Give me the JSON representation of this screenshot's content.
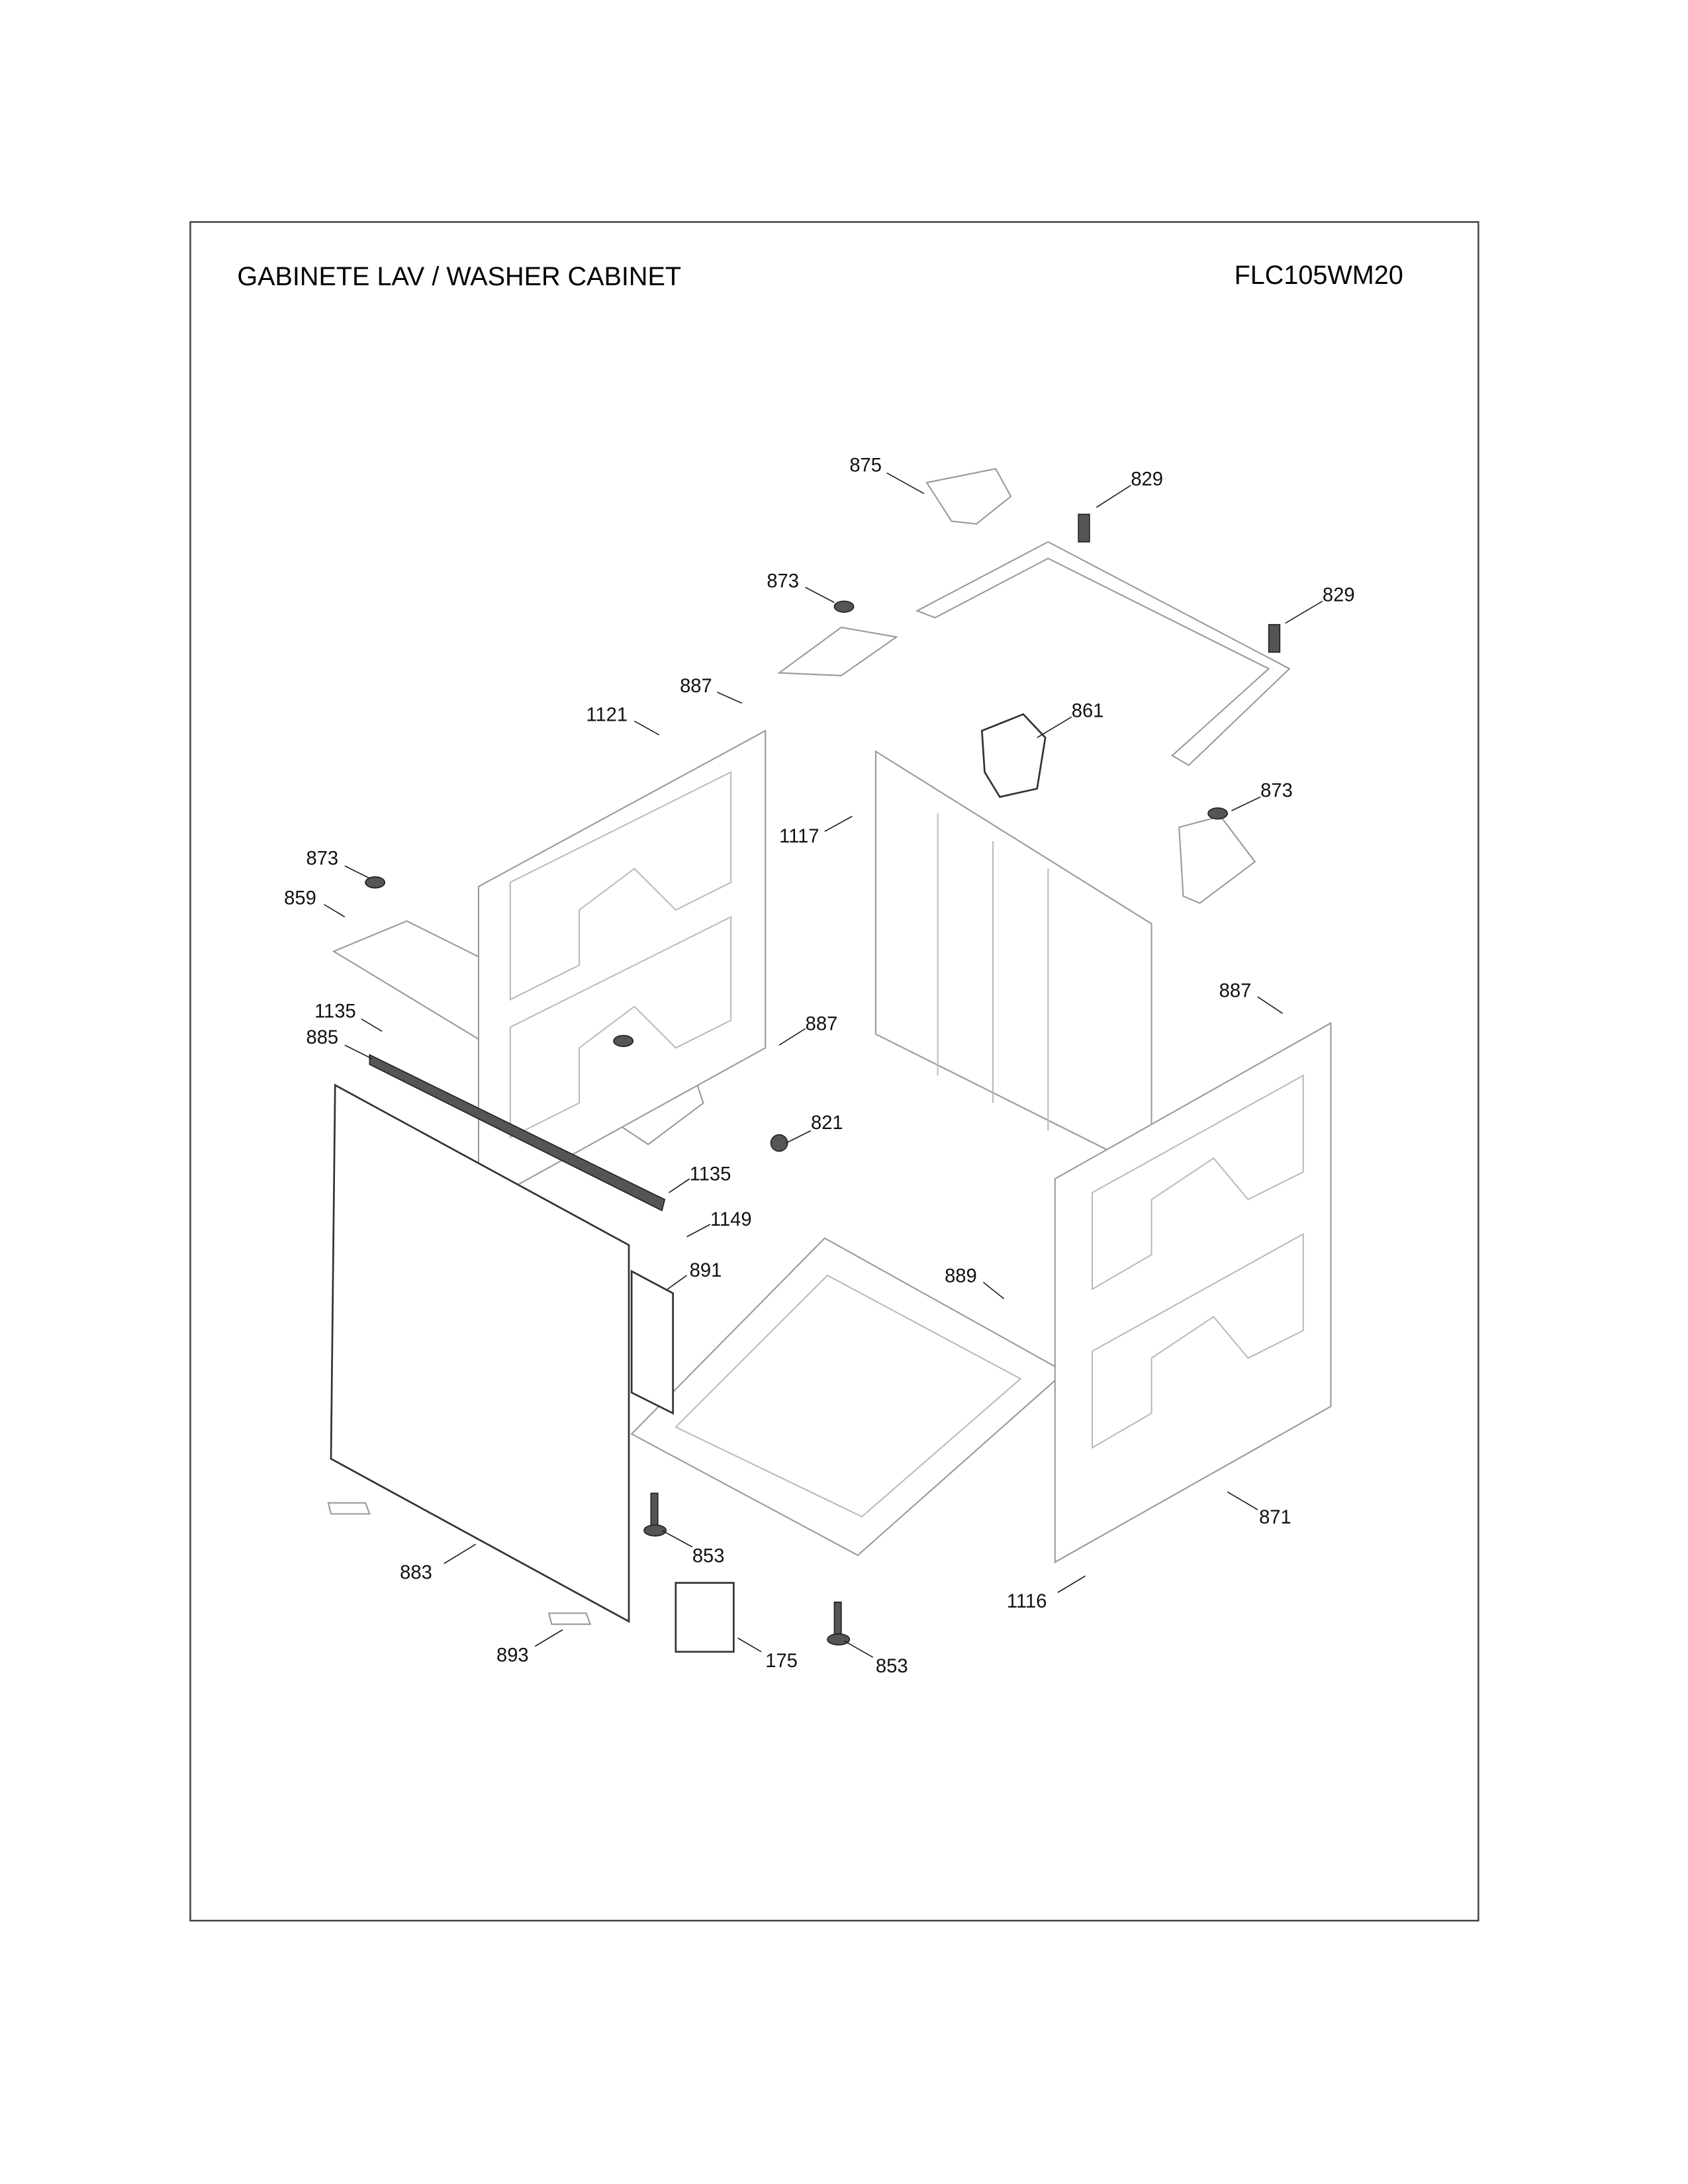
{
  "header": {
    "title": "GABINETE LAV / WASHER CABINET",
    "model": "FLC105WM20"
  },
  "callouts": [
    "875",
    "829",
    "829",
    "873",
    "887",
    "1121",
    "861",
    "1117",
    "873",
    "873",
    "859",
    "887",
    "1135",
    "885",
    "887",
    "821",
    "1135",
    "1149",
    "891",
    "889",
    "871",
    "883",
    "853",
    "1116",
    "893",
    "175",
    "853"
  ]
}
